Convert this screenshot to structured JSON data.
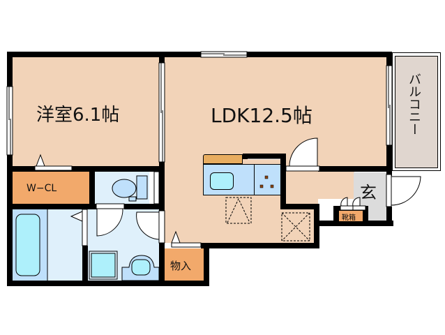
{
  "floorplan": {
    "rooms": [
      {
        "id": "western-room",
        "label": "洋室6.1帖",
        "type": "bedroom",
        "color": "#f2d3b8"
      },
      {
        "id": "ldk",
        "label": "LDK12.5帖",
        "type": "living-dining-kitchen",
        "color": "#f2d3b8"
      },
      {
        "id": "balcony",
        "label": "バルコニー",
        "type": "balcony",
        "color": "#e0d6cf"
      },
      {
        "id": "walk-in-closet",
        "label": "W−CL",
        "type": "closet",
        "color": "#f2a96b"
      },
      {
        "id": "storage",
        "label": "物入",
        "type": "storage",
        "color": "#f2a96b"
      },
      {
        "id": "entrance",
        "label": "玄",
        "type": "entrance",
        "color": "#dcdcdc"
      },
      {
        "id": "shoe-cabinet",
        "label": "靴箱",
        "type": "shoe-cabinet",
        "color": "#f2a96b"
      },
      {
        "id": "toilet",
        "label": "",
        "type": "toilet",
        "color": "#dff0fb"
      },
      {
        "id": "bathroom",
        "label": "",
        "type": "bath",
        "color": "#dff0fb"
      },
      {
        "id": "washroom",
        "label": "",
        "type": "washroom",
        "color": "#dff0fb"
      }
    ],
    "colors": {
      "wall": "#000000",
      "floor": "#f2d3b8",
      "closet": "#f2a96b",
      "wet_area": "#dff0fb",
      "fixture_blue": "#bfe0fb",
      "fixture_cyan": "#aef0fb",
      "kitchen_top": "#e8ad60",
      "balcony": "#e0d6cf",
      "entrance": "#dcdcdc"
    }
  }
}
